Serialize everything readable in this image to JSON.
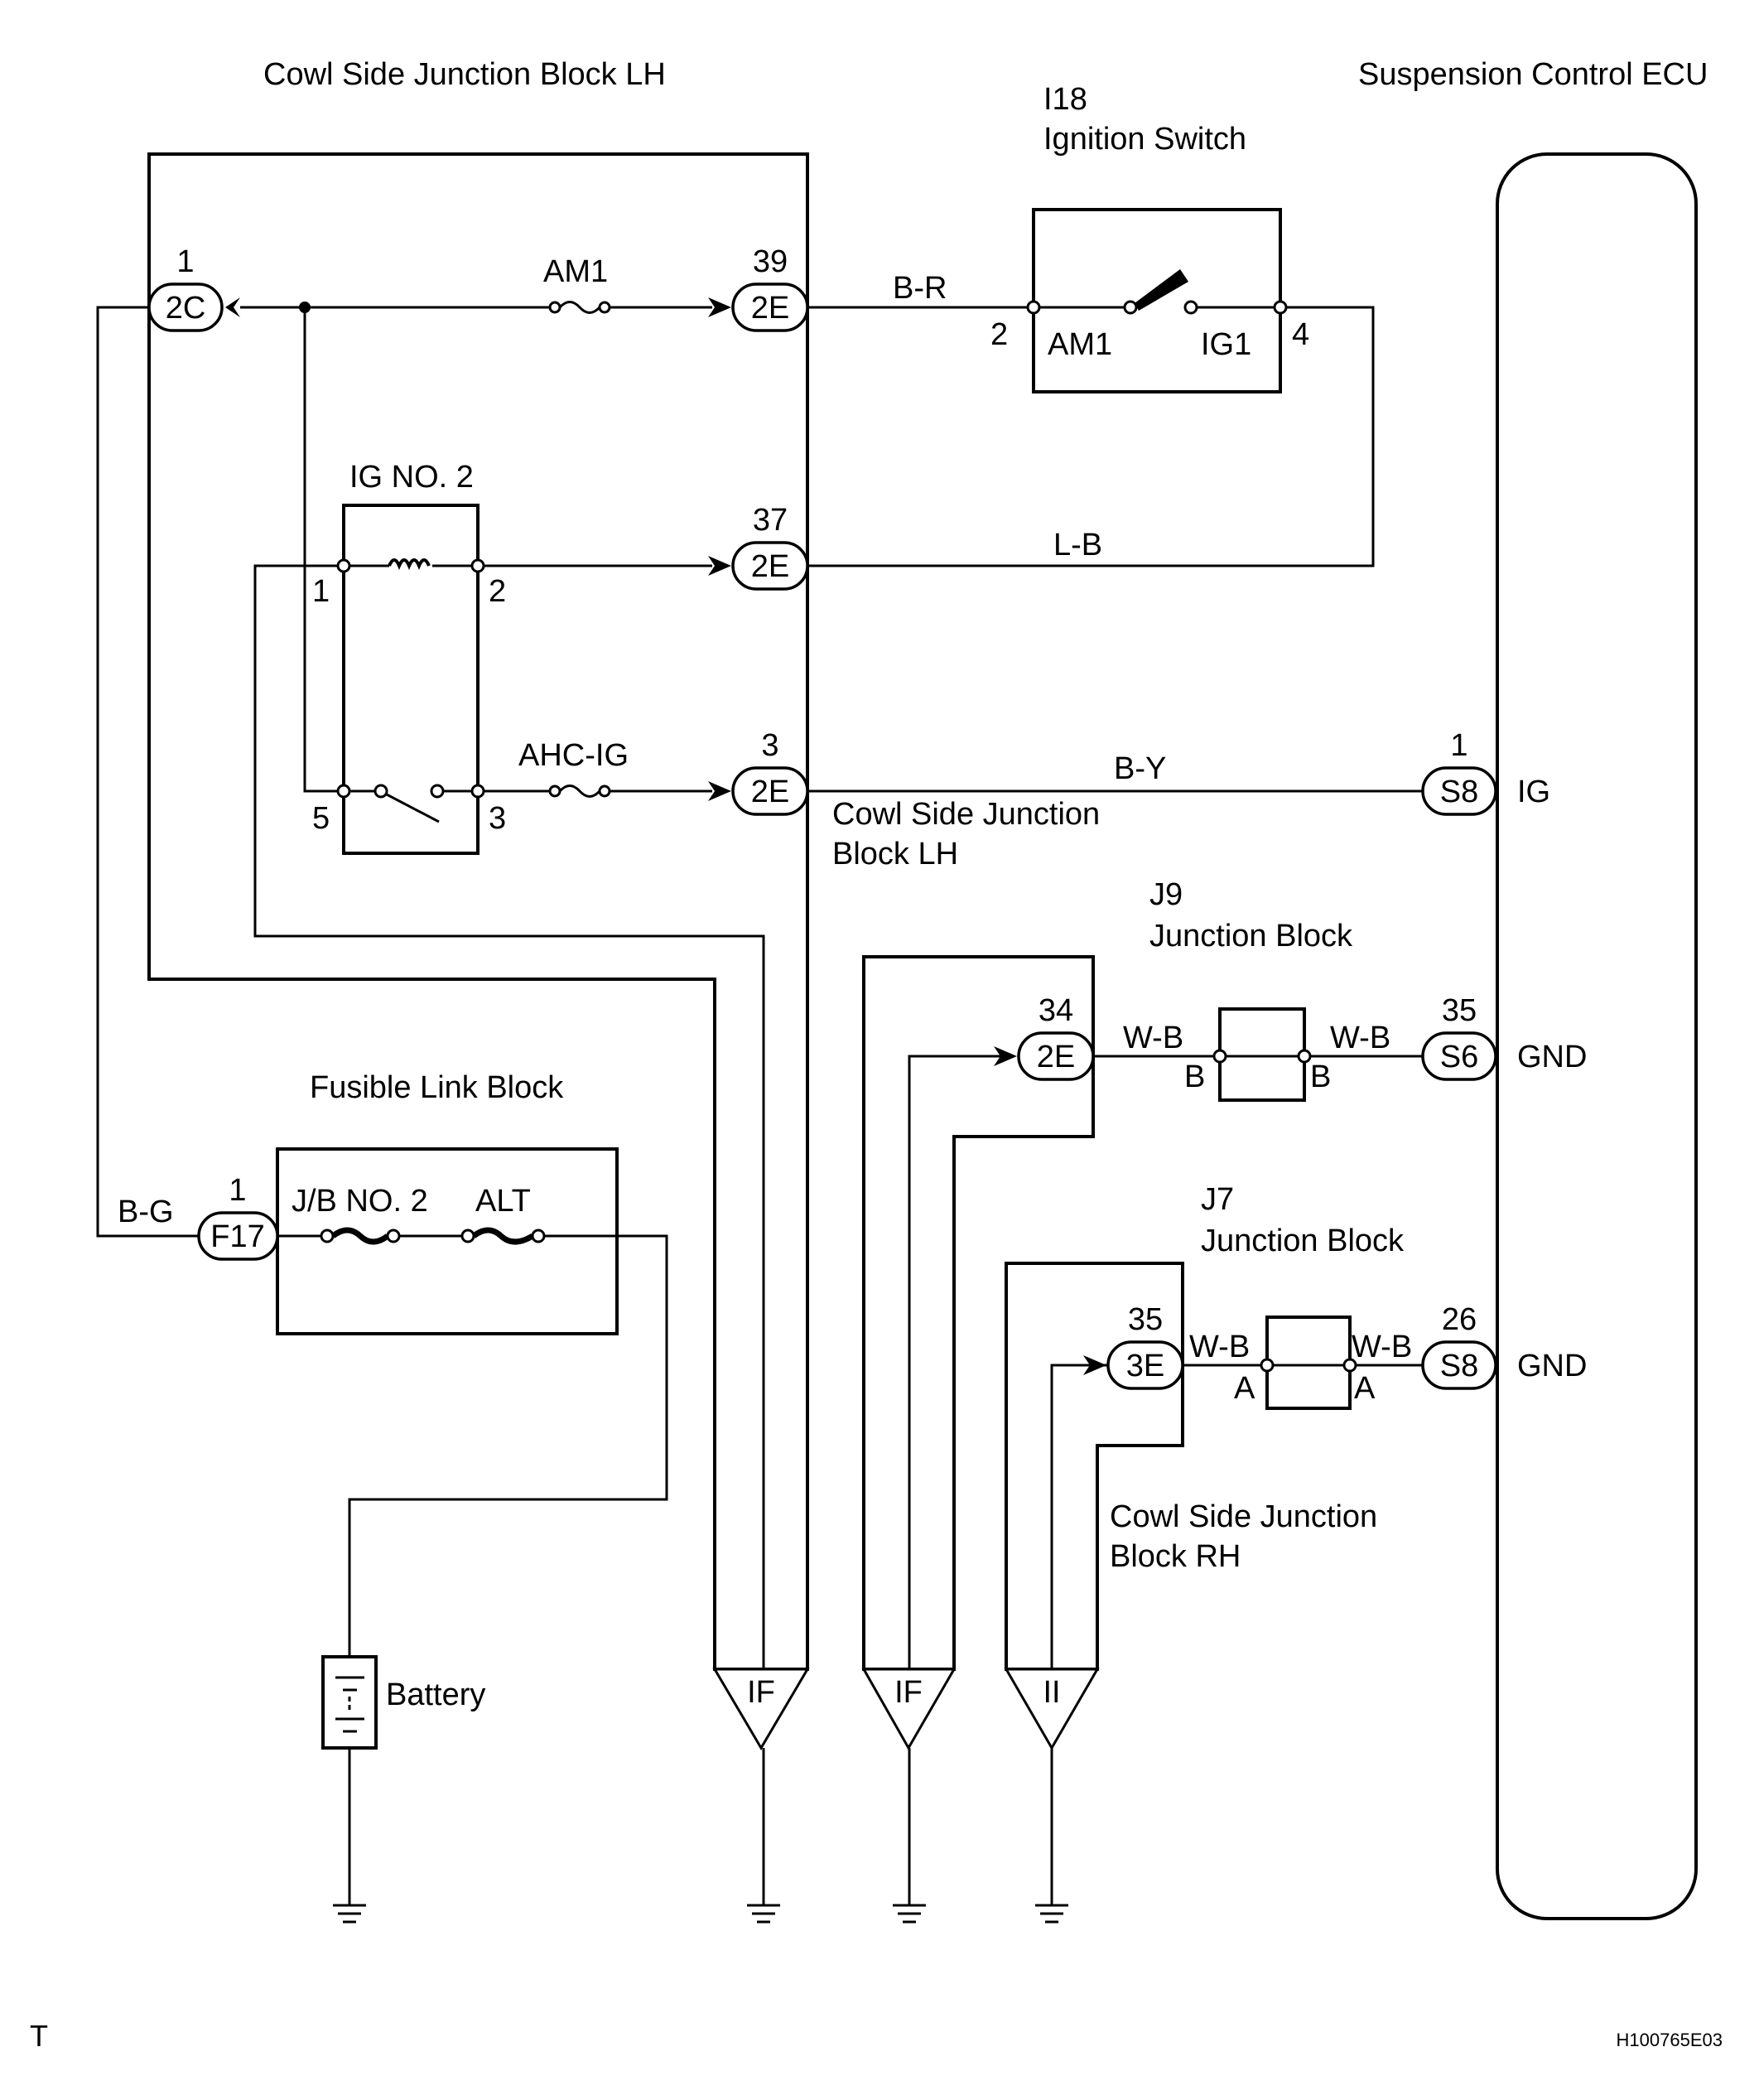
{
  "blocks": {
    "cowl_lh": "Cowl Side Junction Block LH",
    "ecu": "Suspension Control ECU",
    "ign_code": "I18",
    "ign_name": "Ignition Switch",
    "ign_term_am1": "AM1",
    "ign_term_ig1": "IG1",
    "relay_name": "IG NO. 2",
    "fusible": "Fusible Link Block",
    "fl_jb2": "J/B NO. 2",
    "fl_alt": "ALT",
    "cowl_lh_2": "Cowl Side Junction\nBlock LH",
    "j9_code": "J9",
    "j9_name": "Junction Block",
    "j7_code": "J7",
    "j7_name": "Junction Block",
    "cowl_rh": "Cowl Side Junction\nBlock RH",
    "battery": "Battery"
  },
  "fuses": {
    "am1": "AM1",
    "ahc_ig": "AHC-IG"
  },
  "connectors": {
    "c2c": {
      "id": "2C",
      "pin": "1"
    },
    "c2e_39": {
      "id": "2E",
      "pin": "39"
    },
    "c2e_37": {
      "id": "2E",
      "pin": "37"
    },
    "c2e_3": {
      "id": "2E",
      "pin": "3"
    },
    "c2e_34": {
      "id": "2E",
      "pin": "34"
    },
    "c3e_35": {
      "id": "3E",
      "pin": "35"
    },
    "f17": {
      "id": "F17",
      "pin": "1"
    },
    "s8_ig": {
      "id": "S8",
      "pin": "1"
    },
    "s6": {
      "id": "S6",
      "pin": "35"
    },
    "s8_gnd": {
      "id": "S8",
      "pin": "26"
    }
  },
  "pins": {
    "ign_2": "2",
    "ign_4": "4",
    "relay_1": "1",
    "relay_2": "2",
    "relay_5": "5",
    "relay_3": "3",
    "j9_left": "B",
    "j9_right": "B",
    "j7_left": "A",
    "j7_right": "A"
  },
  "wires": {
    "b_r": "B-R",
    "l_b": "L-B",
    "b_y": "B-Y",
    "b_g": "B-G",
    "w_b_1": "W-B",
    "w_b_2": "W-B",
    "w_b_3": "W-B",
    "w_b_4": "W-B"
  },
  "ecu_terms": {
    "ig": "IG",
    "gnd1": "GND",
    "gnd2": "GND"
  },
  "grounds": {
    "if1": "IF",
    "if2": "IF",
    "ii": "II"
  },
  "footer": {
    "left": "T",
    "right": "H100765E03"
  }
}
